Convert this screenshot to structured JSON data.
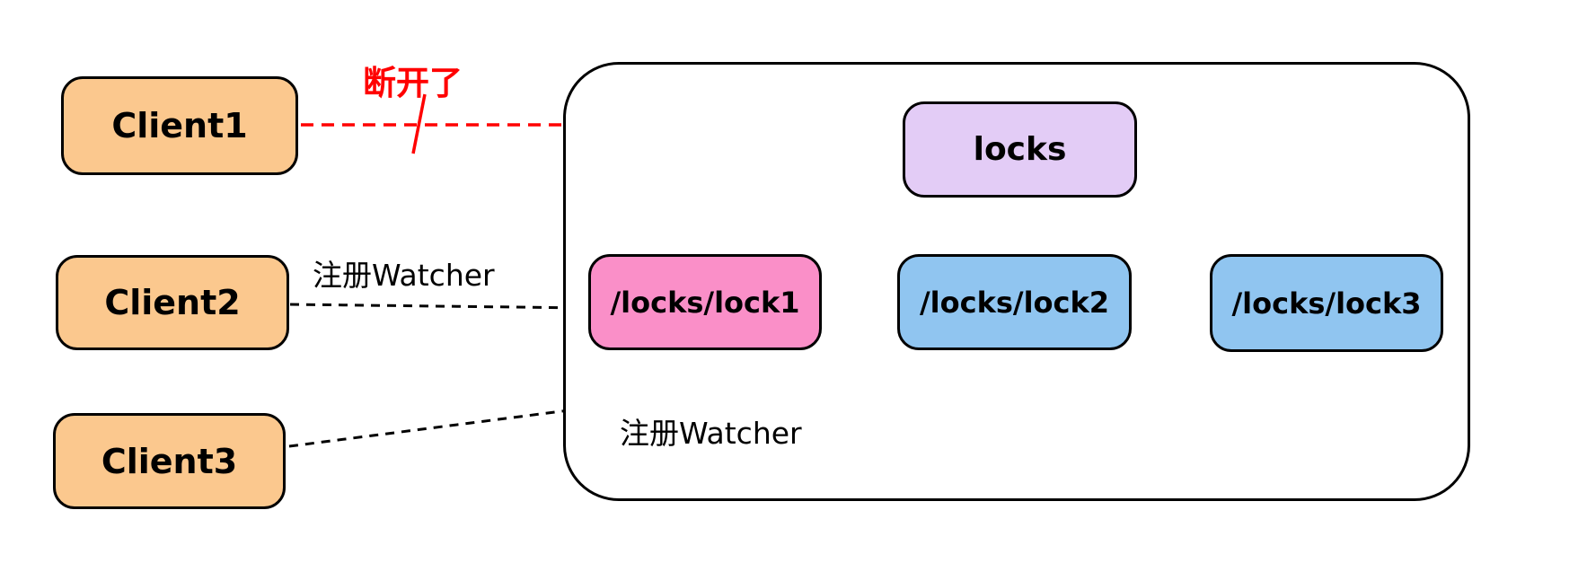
{
  "diagram": {
    "description_domain": "zookeeper-distributed-lock-diagram",
    "clients": [
      {
        "label": "Client1"
      },
      {
        "label": "Client2"
      },
      {
        "label": "Client3"
      }
    ],
    "tree": {
      "root": {
        "label": "locks"
      },
      "children": [
        {
          "label": "/locks/lock1"
        },
        {
          "label": "/locks/lock2"
        },
        {
          "label": "/locks/lock3"
        }
      ]
    },
    "annotations": {
      "disconnected": "断开了",
      "register_watcher_client2": "注册Watcher",
      "register_watcher_client3": "注册Watcher"
    },
    "colors": {
      "client_fill": "#fbc88e",
      "root_node_fill": "#e3ccf6",
      "lock1_fill": "#fa8fc8",
      "lock2_fill": "#90c5f0",
      "lock3_fill": "#90c5f0",
      "container_fill": "#ffffff",
      "border": "#000000",
      "disconnect_red": "#ff0000",
      "background": "#ffffff"
    }
  }
}
